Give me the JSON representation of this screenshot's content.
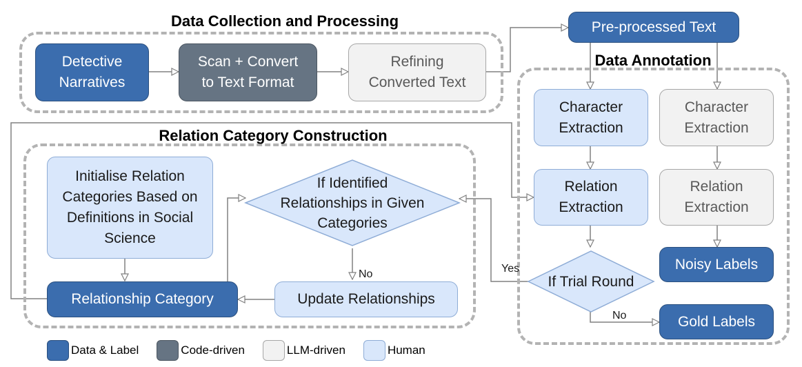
{
  "groups": {
    "collection": "Data Collection and Processing",
    "annotation": "Data Annotation",
    "relation": "Relation Category Construction"
  },
  "nodes": {
    "detective": "Detective\nNarratives",
    "scan": "Scan + Convert\nto Text Format",
    "refining": "Refining\nConverted Text",
    "preprocessed": "Pre-processed Text",
    "char_human": "Character\nExtraction",
    "char_llm": "Character\nExtraction",
    "rel_human": "Relation\nExtraction",
    "rel_llm": "Relation\nExtraction",
    "noisy": "Noisy Labels",
    "gold": "Gold Labels",
    "trial": "If Trial Round",
    "init": "Initialise Relation\nCategories Based on\nDefinitions in Social\nScience",
    "identified": "If Identified\nRelationships in Given\nCategories",
    "update": "Update Relationships",
    "relcat": "Relationship Category"
  },
  "edge_labels": {
    "yes": "Yes",
    "no_trial": "No",
    "no_identified": "No"
  },
  "legend": [
    {
      "label": "Data & Label",
      "kind": "data"
    },
    {
      "label": "Code-driven",
      "kind": "code"
    },
    {
      "label": "LLM-driven",
      "kind": "llm"
    },
    {
      "label": "Human",
      "kind": "human"
    }
  ],
  "colors": {
    "data": "#3b6dae",
    "code": "#667483",
    "llm": "#f2f2f2",
    "human": "#d9e7fb",
    "connector": "#808080",
    "group_border": "#b3b3b3"
  }
}
